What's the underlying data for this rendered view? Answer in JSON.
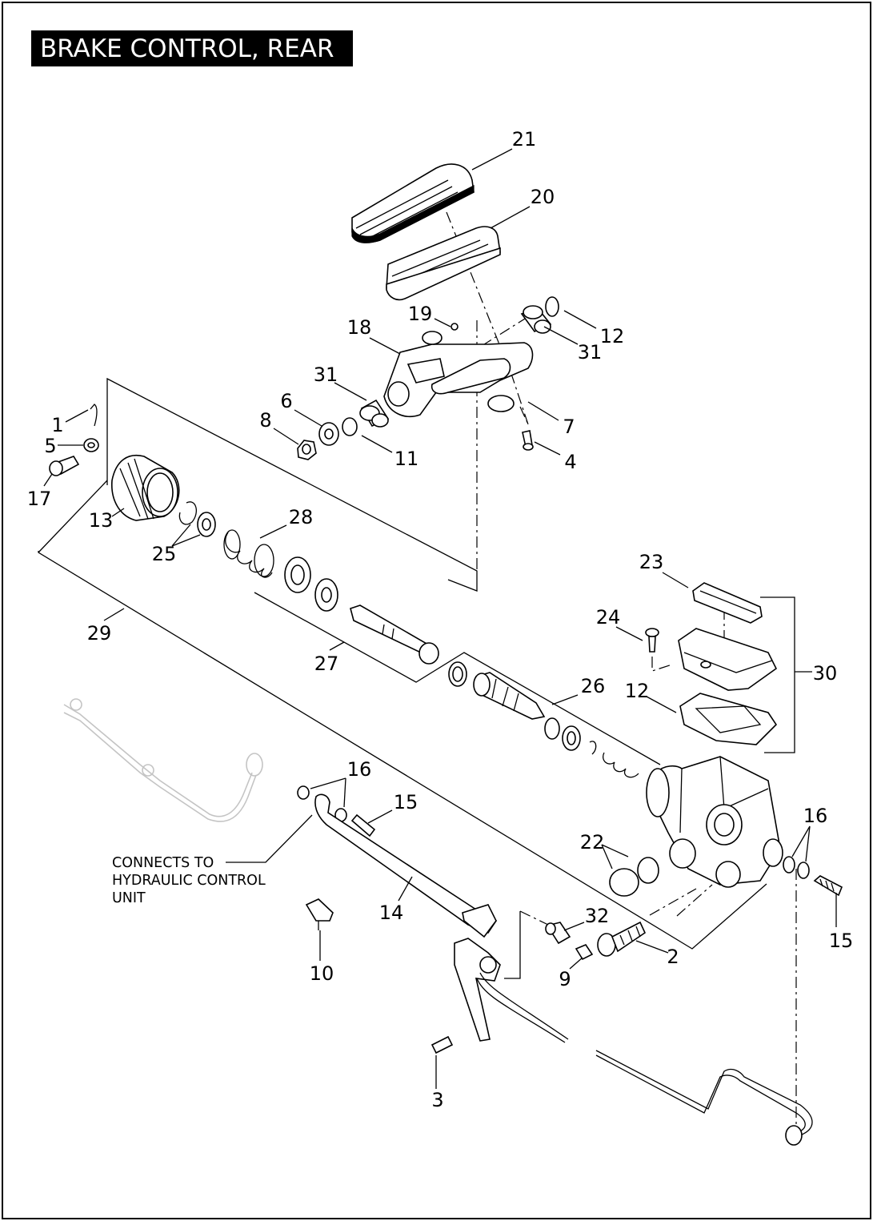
{
  "title": "BRAKE CONTROL, REAR",
  "callouts": [
    "21",
    "20",
    "19",
    "18",
    "12",
    "31",
    "31",
    "6",
    "8",
    "7",
    "11",
    "4",
    "1",
    "5",
    "17",
    "13",
    "28",
    "25",
    "29",
    "27",
    "23",
    "24",
    "30",
    "26",
    "12",
    "16",
    "15",
    "16",
    "22",
    "14",
    "32",
    "2",
    "9",
    "10",
    "15",
    "3"
  ],
  "note": [
    "CONNECTS TO",
    "HYDRAULIC CONTROL",
    "UNIT"
  ]
}
